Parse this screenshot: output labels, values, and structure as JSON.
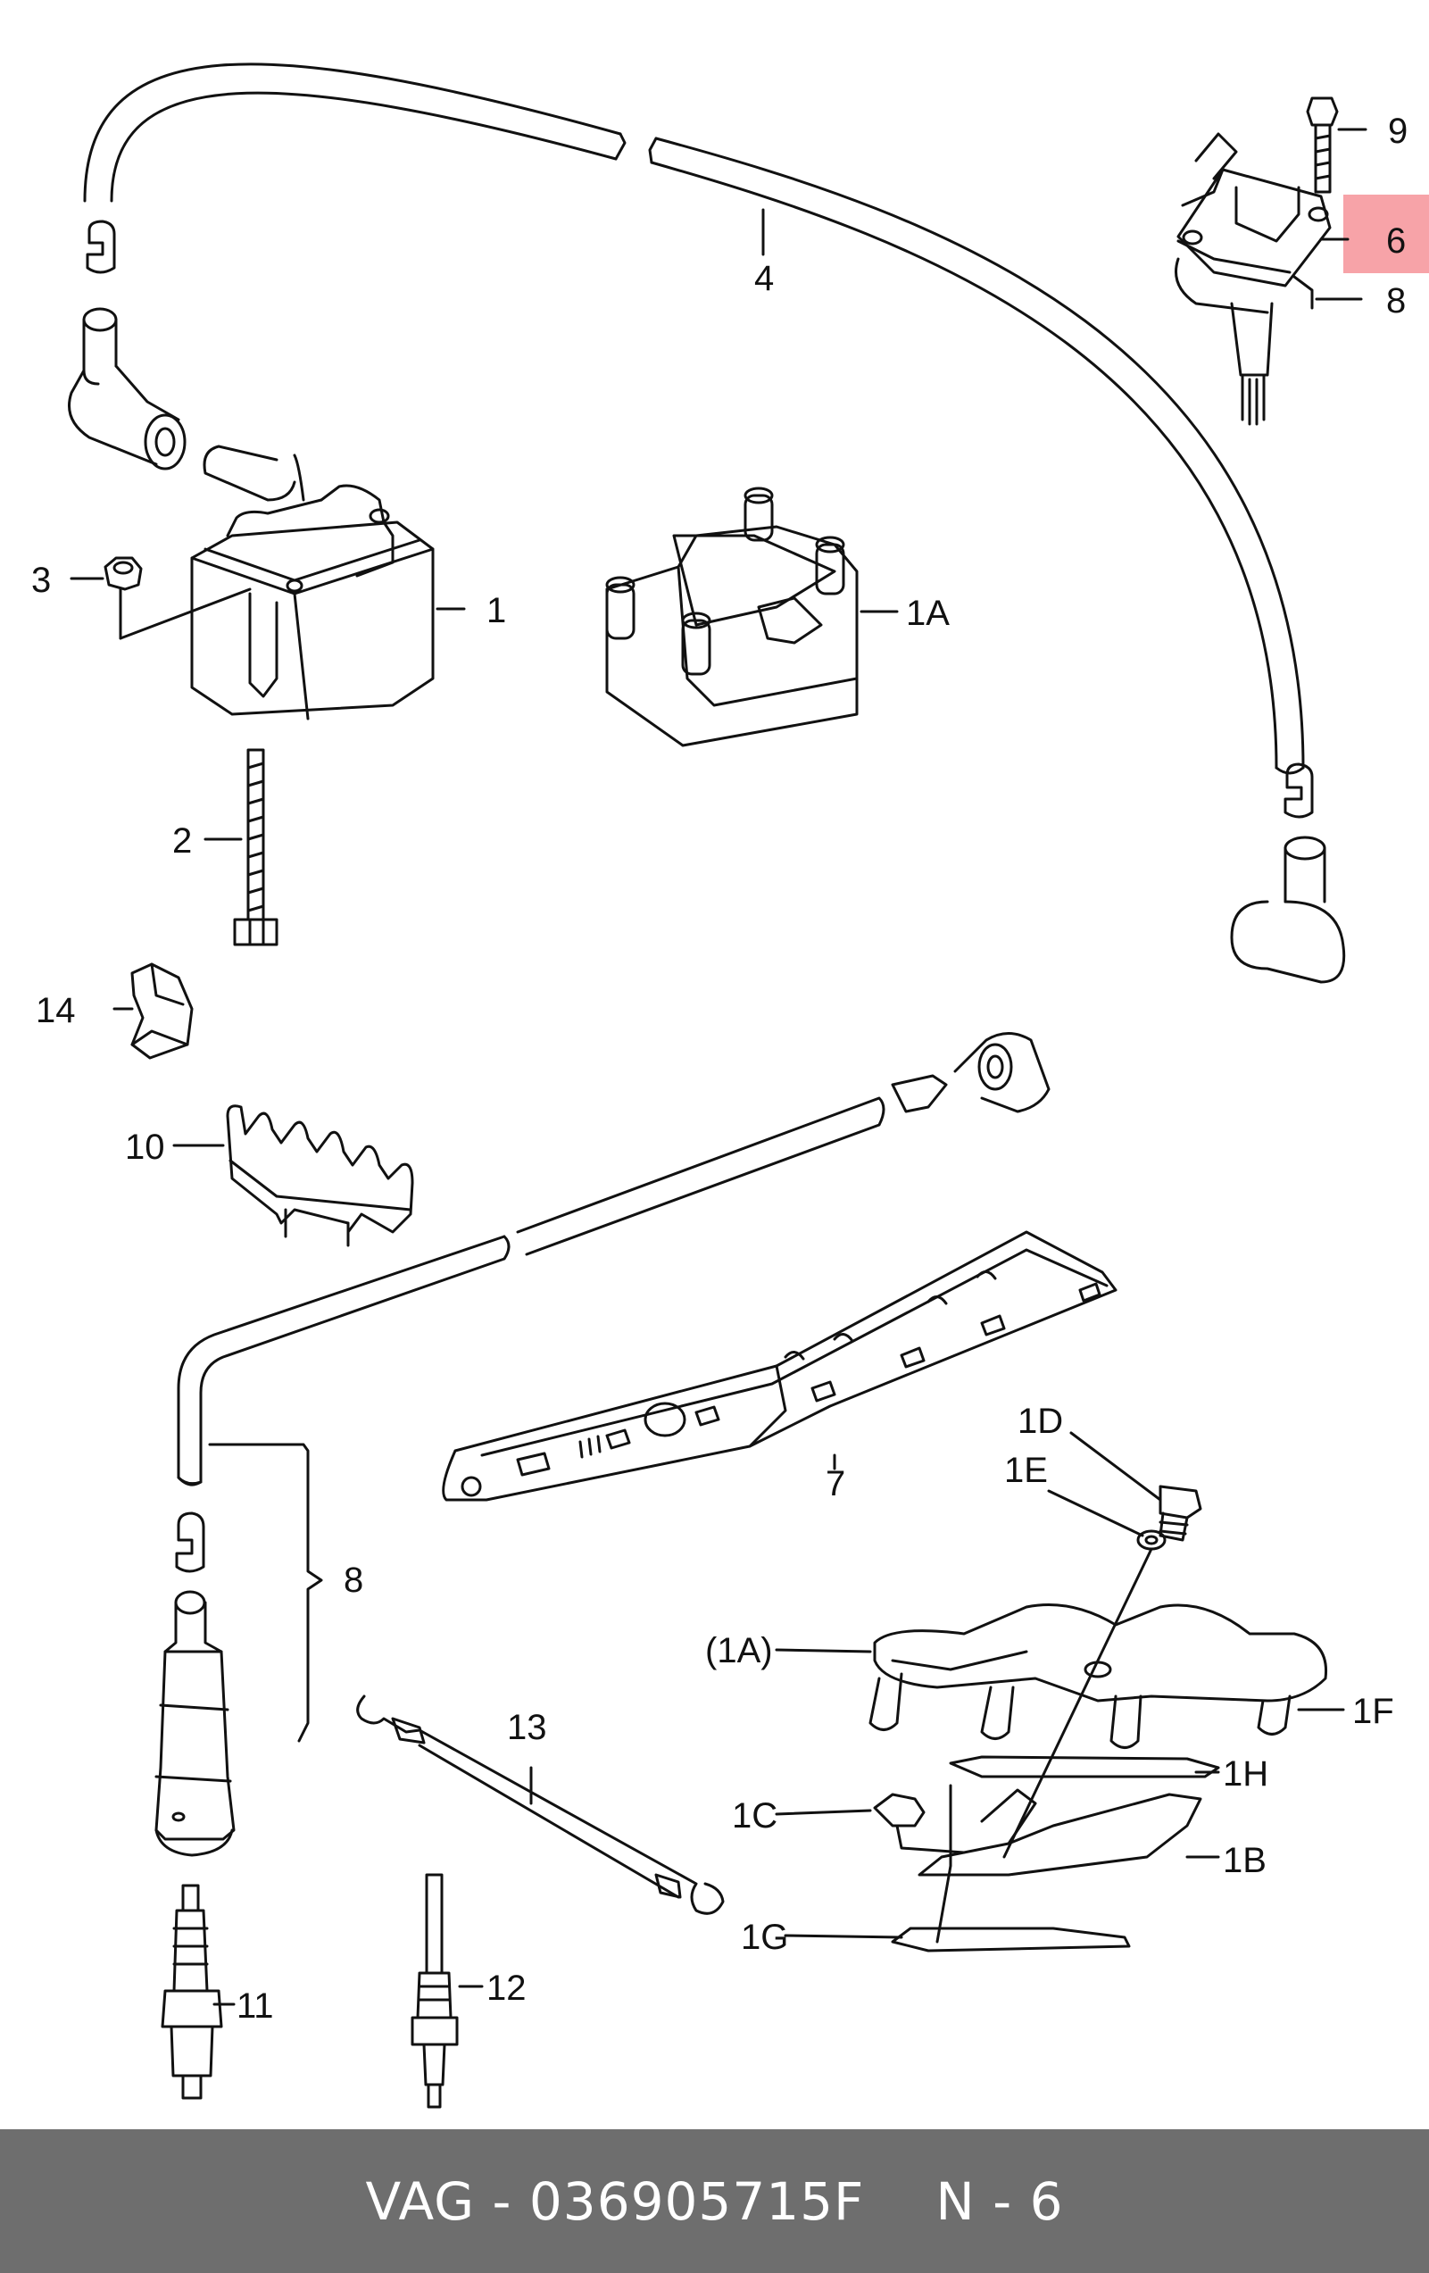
{
  "diagram": {
    "highlight_color": "#f7a3a8",
    "labels": {
      "c1": "1",
      "c1A": "1A",
      "c1A_ref": "(1A)",
      "c1B": "1B",
      "c1C": "1C",
      "c1D": "1D",
      "c1E": "1E",
      "c1F": "1F",
      "c1G": "1G",
      "c1H": "1H",
      "c2": "2",
      "c3": "3",
      "c4": "4",
      "c6": "6",
      "c7": "7",
      "c8a": "8",
      "c8b": "8",
      "c9": "9",
      "c10": "10",
      "c11": "11",
      "c12": "12",
      "c13": "13",
      "c14": "14"
    }
  },
  "footer": {
    "brand": "VAG",
    "separator": "-",
    "part_number": "036905715F",
    "position": "N - 6",
    "background": "#6e6e6e"
  }
}
